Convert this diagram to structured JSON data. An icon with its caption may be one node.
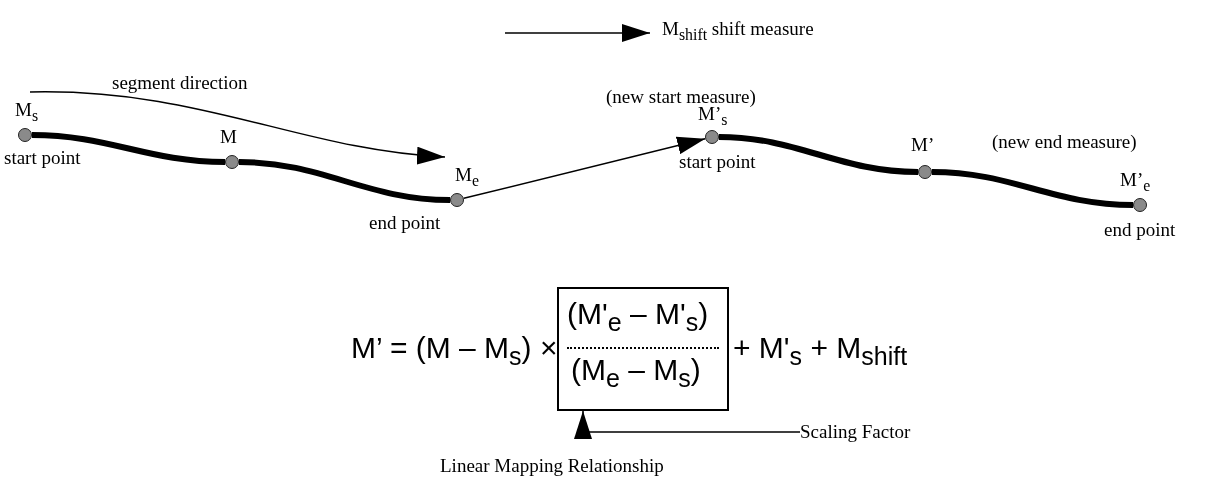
{
  "diagram": {
    "nodes": [
      {
        "text": [],
        "shape": "circle",
        "beside": [
          "M$_{s}$",
          "start point"
        ]
      },
      {
        "text": [],
        "shape": "circle",
        "beside": [
          "M"
        ]
      },
      {
        "text": [],
        "shape": "circle",
        "beside": [
          "M$_{e}$",
          "end point"
        ]
      },
      {
        "text": [],
        "shape": "circle",
        "beside": [
          "(new start measure)",
          "M’$_{s}$",
          "start point"
        ]
      },
      {
        "text": [],
        "shape": "circle",
        "beside": [
          "M’"
        ]
      },
      {
        "text": [],
        "shape": "circle",
        "beside": [
          "(new end measure)",
          "M’$_{e}$",
          "end point"
        ]
      },
      {
        "text": [
          "(M'$_{e}$ – M'$_{s}$)",
          "(M$_{e}$ – M$_{s}$)"
        ]
      },
      {
        "text": [
          "Scaling Factor"
        ]
      }
    ],
    "edges": [
      {
        "from": 0,
        "to": 1,
        "arrow": "none"
      },
      {
        "from": 1,
        "to": 2,
        "arrow": "none"
      },
      {
        "from": 2,
        "to": 3,
        "arrow": "to"
      },
      {
        "from": 3,
        "to": 4,
        "arrow": "none"
      },
      {
        "from": 4,
        "to": 5,
        "arrow": "none"
      },
      {
        "from": 7,
        "to": 6,
        "arrow": "to"
      }
    ],
    "labels": [
      "M$_{shift}$ shift measure",
      "segment direction",
      "M’ = (M – M$_{s}$) ×",
      "+ M'$_{s}$ + M$_{shift}$",
      "Linear Mapping Relationship"
    ]
  }
}
